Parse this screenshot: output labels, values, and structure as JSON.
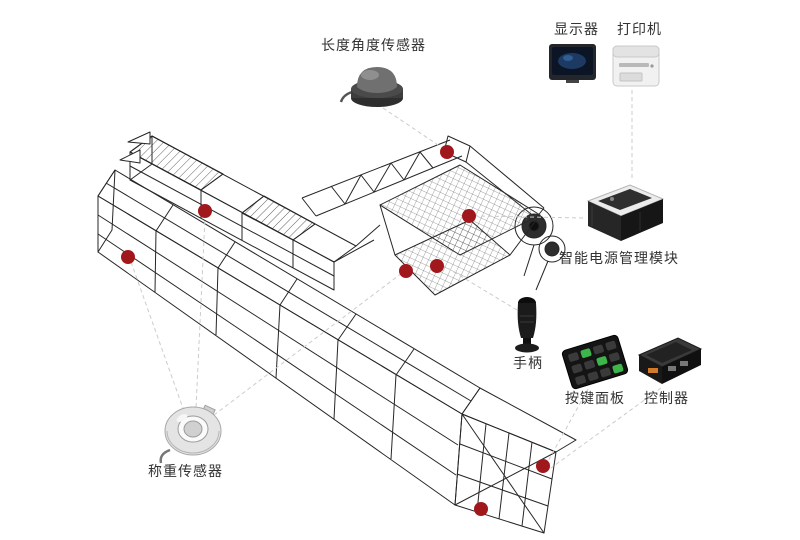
{
  "page": {
    "background": "#ffffff"
  },
  "colors": {
    "marker": "#a0181c",
    "wireframe": "#262626",
    "leader": "#cccccc",
    "label_text": "#333333"
  },
  "components": [
    {
      "id": "length-angle-sensor",
      "label": "长度角度传感器",
      "icon": "dome-angle-sensor-image"
    },
    {
      "id": "display",
      "label": "显示器",
      "icon": "monitor-image"
    },
    {
      "id": "printer",
      "label": "打印机",
      "icon": "printer-image"
    },
    {
      "id": "power-module",
      "label": "智能电源管理模块",
      "icon": "power-module-image"
    },
    {
      "id": "handle",
      "label": "手柄",
      "icon": "joystick-image"
    },
    {
      "id": "keypad",
      "label": "按键面板",
      "icon": "button-panel-image"
    },
    {
      "id": "controller",
      "label": "控制器",
      "icon": "controller-box-image"
    },
    {
      "id": "load-cell",
      "label": "称重传感器",
      "icon": "load-cell-ring-image"
    }
  ]
}
